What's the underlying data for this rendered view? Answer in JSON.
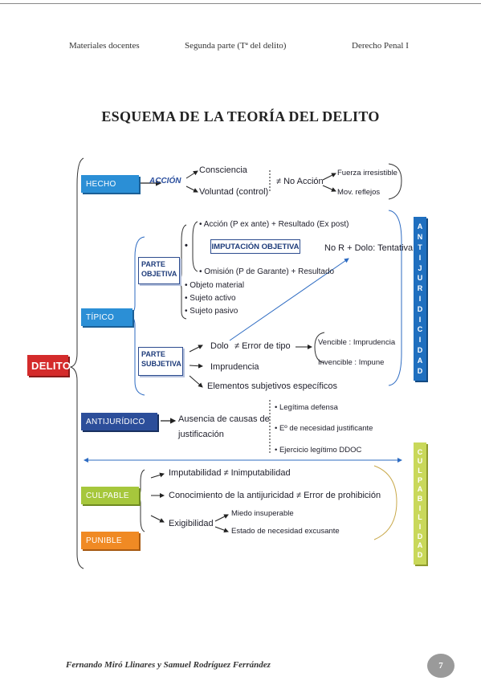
{
  "header": {
    "left": "Materiales docentes",
    "center": "Segunda parte (Tª del delito)",
    "right": "Derecho Penal I"
  },
  "title": "ESQUEMA DE LA TEORÍA DEL DELITO",
  "root": "DELITO",
  "hecho": {
    "label": "HECHO",
    "accion": "ACCIÓN",
    "consciencia": "Consciencia",
    "voluntad": "Voluntad (control)",
    "no_accion": "≠ No Acción",
    "fuerza": "Fuerza irresistible",
    "mov": "Mov. reflejos"
  },
  "tipico": {
    "label": "TÍPICO",
    "parte_objetiva": "PARTE OBJETIVA",
    "accion_ex_post": "• Acción (P ex ante) + Resultado (Ex post)",
    "bullet": "•",
    "imputacion": "IMPUTACIÓN OBJETIVA",
    "omision": "• Omisión (P de Garante) + Resultado",
    "objeto": "• Objeto material",
    "sujeto_activo": "• Sujeto activo",
    "sujeto_pasivo": "• Sujeto pasivo",
    "tentativa": "No R + Dolo: Tentativa",
    "parte_subjetiva": "PARTE SUBJETIVA",
    "dolo": "Dolo",
    "error_tipo": "≠ Error de tipo",
    "vencible": "Vencible : Imprudencia",
    "invencible": "Invencible : Impune",
    "imprudencia": "Imprudencia",
    "elementos": "Elementos subjetivos específicos"
  },
  "antijuridico": {
    "label": "ANTIJURÍDICO",
    "ausencia": "Ausencia de causas de",
    "justificacion": "justificación",
    "legitima": "• Legítima defensa",
    "necesidad": "• Eº de necesidad justificante",
    "ejercicio": "• Ejercicio legítimo DDOC"
  },
  "culpable": {
    "label": "CULPABLE",
    "imputabilidad": "Imputabilidad ≠ Inimputabilidad",
    "conocimiento": "Conocimiento de la antijuricidad ≠ Error de prohibición",
    "exigibilidad": "Exigibilidad",
    "miedo": "Miedo insuperable",
    "estado": "Estado de necesidad excusante"
  },
  "punible": {
    "label": "PUNIBLE"
  },
  "side_antijuridicidad": [
    "A",
    "N",
    "T",
    "I",
    "J",
    "U",
    "R",
    "I",
    "D",
    "I",
    "C",
    "I",
    "D",
    "A",
    "D"
  ],
  "side_culpabilidad": [
    "C",
    "U",
    "L",
    "P",
    "A",
    "B",
    "I",
    "L",
    "I",
    "D",
    "A",
    "D"
  ],
  "footer": {
    "authors": "Fernando Miró Llinares y Samuel Rodríguez Ferrández",
    "page": "7"
  },
  "colors": {
    "delito": "#d42b2b",
    "hecho": "#2b8fd6",
    "tipico": "#2b8fd6",
    "antijuridico": "#2c4e9a",
    "culpable": "#a6c73c",
    "punible": "#f08a24",
    "side_blue": "#1f6fbf",
    "side_green": "#c9d85a"
  }
}
